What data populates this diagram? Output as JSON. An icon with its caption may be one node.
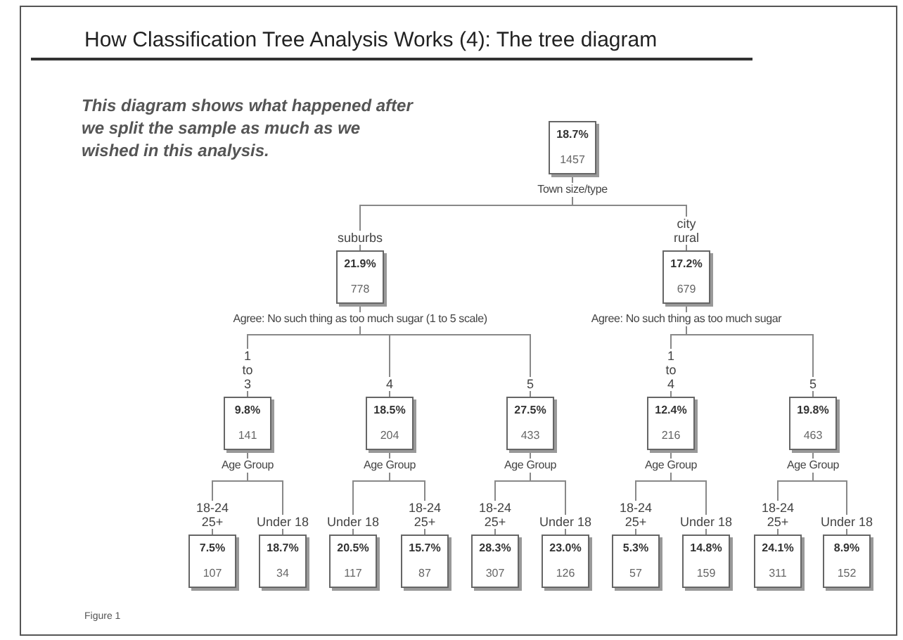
{
  "diagram": {
    "title": "How Classification Tree Analysis Works (4): The tree diagram",
    "caption": "Figure 1",
    "nodes": [
      {
        "text": [
          "18.7%",
          "1457"
        ],
        "beside": [
          "Town size/type"
        ]
      },
      {
        "text": [
          "21.9%",
          "778"
        ],
        "beside": [
          "Agree: No such thing as too much sugar (1 to 5 scale)"
        ]
      },
      {
        "text": [
          "17.2%",
          "679"
        ],
        "beside": [
          "Agree: No such thing as too much sugar"
        ]
      },
      {
        "text": [
          "9.8%",
          "141"
        ],
        "beside": [
          "Age Group"
        ]
      },
      {
        "text": [
          "18.5%",
          "204"
        ],
        "beside": [
          "Age Group"
        ]
      },
      {
        "text": [
          "27.5%",
          "433"
        ],
        "beside": [
          "Age Group"
        ]
      },
      {
        "text": [
          "12.4%",
          "216"
        ],
        "beside": [
          "Age Group"
        ]
      },
      {
        "text": [
          "19.8%",
          "463"
        ],
        "beside": [
          "Age Group"
        ]
      },
      {
        "text": [
          "7.5%",
          "107"
        ]
      },
      {
        "text": [
          "18.7%",
          "34"
        ]
      },
      {
        "text": [
          "20.5%",
          "117"
        ]
      },
      {
        "text": [
          "15.7%",
          "87"
        ]
      },
      {
        "text": [
          "28.3%",
          "307"
        ]
      },
      {
        "text": [
          "23.0%",
          "126"
        ]
      },
      {
        "text": [
          "5.3%",
          "57"
        ]
      },
      {
        "text": [
          "14.8%",
          "159"
        ]
      },
      {
        "text": [
          "24.1%",
          "311"
        ]
      },
      {
        "text": [
          "8.9%",
          "152"
        ]
      }
    ],
    "edges": [
      {
        "from": 0,
        "to": 1,
        "arrow": "none",
        "label": "suburbs"
      },
      {
        "from": 0,
        "to": 2,
        "arrow": "none",
        "label": "city rural"
      },
      {
        "from": 1,
        "to": 3,
        "arrow": "none",
        "label": "1 to 3"
      },
      {
        "from": 1,
        "to": 4,
        "arrow": "none",
        "label": "4"
      },
      {
        "from": 1,
        "to": 5,
        "arrow": "none",
        "label": "5"
      },
      {
        "from": 2,
        "to": 6,
        "arrow": "none",
        "label": "1 to 4"
      },
      {
        "from": 2,
        "to": 7,
        "arrow": "none",
        "label": "5"
      },
      {
        "from": 3,
        "to": 8,
        "arrow": "none",
        "label": "18-24 25+"
      },
      {
        "from": 3,
        "to": 9,
        "arrow": "none",
        "label": "Under 18"
      },
      {
        "from": 4,
        "to": 10,
        "arrow": "none",
        "label": "Under 18"
      },
      {
        "from": 4,
        "to": 11,
        "arrow": "none",
        "label": "18-24 25+"
      },
      {
        "from": 5,
        "to": 12,
        "arrow": "none",
        "label": "18-24 25+"
      },
      {
        "from": 5,
        "to": 13,
        "arrow": "none",
        "label": "Under 18"
      },
      {
        "from": 6,
        "to": 14,
        "arrow": "none",
        "label": "18-24 25+"
      },
      {
        "from": 6,
        "to": 15,
        "arrow": "none",
        "label": "Under 18"
      },
      {
        "from": 7,
        "to": 16,
        "arrow": "none",
        "label": "18-24 25+"
      },
      {
        "from": 7,
        "to": 17,
        "arrow": "none",
        "label": "Under 18"
      }
    ],
    "labels": [
      "This diagram shows what happened after we split the sample as much as we wished in this analysis."
    ]
  }
}
